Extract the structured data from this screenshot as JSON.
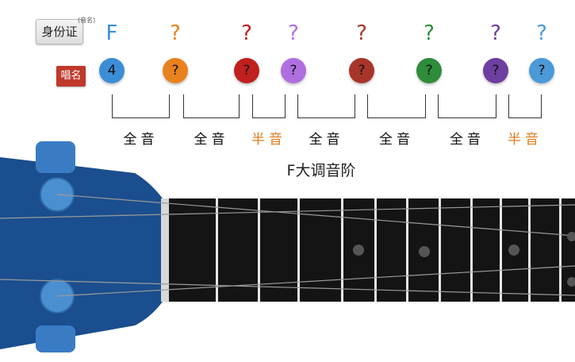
{
  "buttons": {
    "id_label": "身份证",
    "id_sup": "(音名)",
    "solfege_label": "唱名"
  },
  "notes": [
    {
      "pitch": "F",
      "pitch_color": "#3b8ed6",
      "degree": "4",
      "color": "#3b8ed6"
    },
    {
      "pitch": "?",
      "pitch_color": "#e8821e",
      "degree": "?",
      "color": "#e8821e"
    },
    {
      "pitch": "?",
      "pitch_color": "#c0201e",
      "degree": "?",
      "color": "#c0201e"
    },
    {
      "pitch": "?",
      "pitch_color": "#b06fe0",
      "degree": "?",
      "color": "#b06fe0"
    },
    {
      "pitch": "?",
      "pitch_color": "#a8352a",
      "degree": "?",
      "color": "#a8352a"
    },
    {
      "pitch": "?",
      "pitch_color": "#2e8c3a",
      "degree": "?",
      "color": "#2e8c3a"
    },
    {
      "pitch": "?",
      "pitch_color": "#6c3fa0",
      "degree": "?",
      "color": "#6c3fa0"
    },
    {
      "pitch": "?",
      "pitch_color": "#4a9ad8",
      "degree": "?",
      "color": "#4a9ad8"
    }
  ],
  "intervals": [
    {
      "label": "全音",
      "color": "#111111"
    },
    {
      "label": "全音",
      "color": "#111111"
    },
    {
      "label": "半音",
      "color": "#e07b1a"
    },
    {
      "label": "全音",
      "color": "#111111"
    },
    {
      "label": "全音",
      "color": "#111111"
    },
    {
      "label": "全音",
      "color": "#111111"
    },
    {
      "label": "半音",
      "color": "#e07b1a"
    }
  ],
  "title": "F大调音阶",
  "colors": {
    "headstock": "#1a4e8e",
    "fretboard": "#141414",
    "fret": "#e6e6e6",
    "peg": "#3d82c6"
  }
}
